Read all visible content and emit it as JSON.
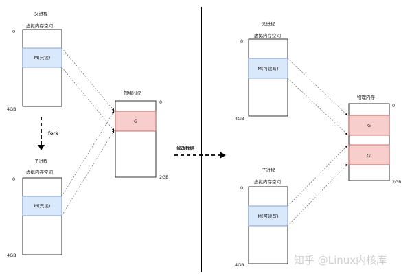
{
  "left": {
    "parent": {
      "title": "父进程",
      "space_label": "虚拟内存空间",
      "addr_top": "0",
      "addr_bottom": "4GB",
      "region_label": "M(只读)"
    },
    "child": {
      "title": "子进程",
      "space_label": "虚拟内存空间",
      "addr_top": "0",
      "addr_bottom": "4GB",
      "region_label": "M(只读)"
    },
    "fork_label": "fork",
    "physical": {
      "title": "物理内存",
      "addr_top": "0",
      "addr_bottom": "2GB",
      "page_label": "G"
    }
  },
  "middle": {
    "modify_label": "修改数据"
  },
  "right": {
    "parent": {
      "title": "父进程",
      "space_label": "虚拟内存空间",
      "addr_top": "0",
      "addr_bottom": "4GB",
      "region_label": "M(可读写)"
    },
    "child": {
      "title": "子进程",
      "space_label": "虚拟内存空间",
      "addr_top": "0",
      "addr_bottom": "4GB",
      "region_label": "M(可读写)"
    },
    "physical": {
      "title": "物理内存",
      "addr_top": "0",
      "addr_bottom": "2GB",
      "page1_label": "G",
      "page2_label": "G'"
    }
  },
  "watermark": "知乎 @Linux内核库",
  "colors": {
    "region_fill": "#dae8fc",
    "region_stroke": "#6c8ebf",
    "page_fill": "#f8cecc",
    "page_stroke": "#b85450",
    "line": "#000000"
  }
}
